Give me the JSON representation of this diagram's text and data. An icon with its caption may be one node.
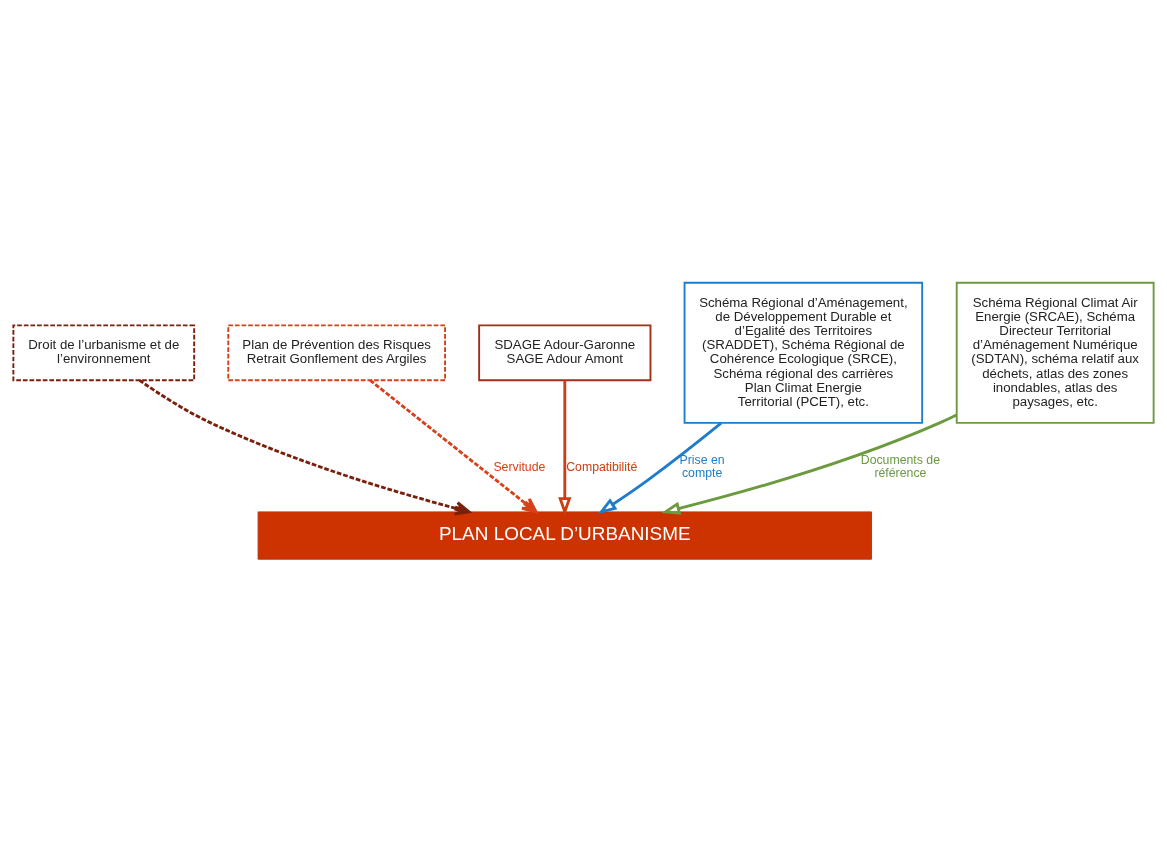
{
  "diagram": {
    "nodes": [
      {
        "text": [
          "Droit de l’urbanisme et de l’environnement"
        ]
      },
      {
        "text": [
          "Plan de Prévention des Risques Retrait Gonflement des Argiles"
        ]
      },
      {
        "text": [
          "SDAGE Adour-Garonne SAGE Adour Amont"
        ]
      },
      {
        "text": [
          "Schéma Régional d’Aménagement, de Développement Durable et d’Egalité des Territoires (SRADDET), Schéma Régional de Cohérence Ecologique (SRCE), Schéma régional des carrières Plan Climat Energie Territorial (PCET), etc."
        ]
      },
      {
        "text": [
          "Schéma Régional Climat Air Energie (SRCAE), Schéma Directeur Territorial d’Aménagement Numérique (SDTAN), schéma relatif aux déchets, atlas des zones inondables, atlas des paysages, etc."
        ]
      },
      {
        "text": [
          "PLAN LOCAL D’URBANISME"
        ]
      }
    ],
    "edges": [
      {
        "from": 2,
        "to": 5,
        "arrow": "to",
        "label": "Compatibilité",
        "color": "#cc3d12"
      },
      {
        "from": 0,
        "to": 5,
        "arrow": "to",
        "style": "dashed",
        "color": "#7a1f0c"
      },
      {
        "from": 3,
        "to": 5,
        "arrow": "to",
        "label": "Prise en compte",
        "color": "#1f7ccc"
      },
      {
        "from": 1,
        "to": 5,
        "arrow": "to",
        "label": "Servitude",
        "style": "dashed",
        "color": "#d6401a"
      },
      {
        "from": 4,
        "to": 5,
        "arrow": "to",
        "label": "Documents de référence",
        "color": "#6b9a3f"
      }
    ]
  }
}
